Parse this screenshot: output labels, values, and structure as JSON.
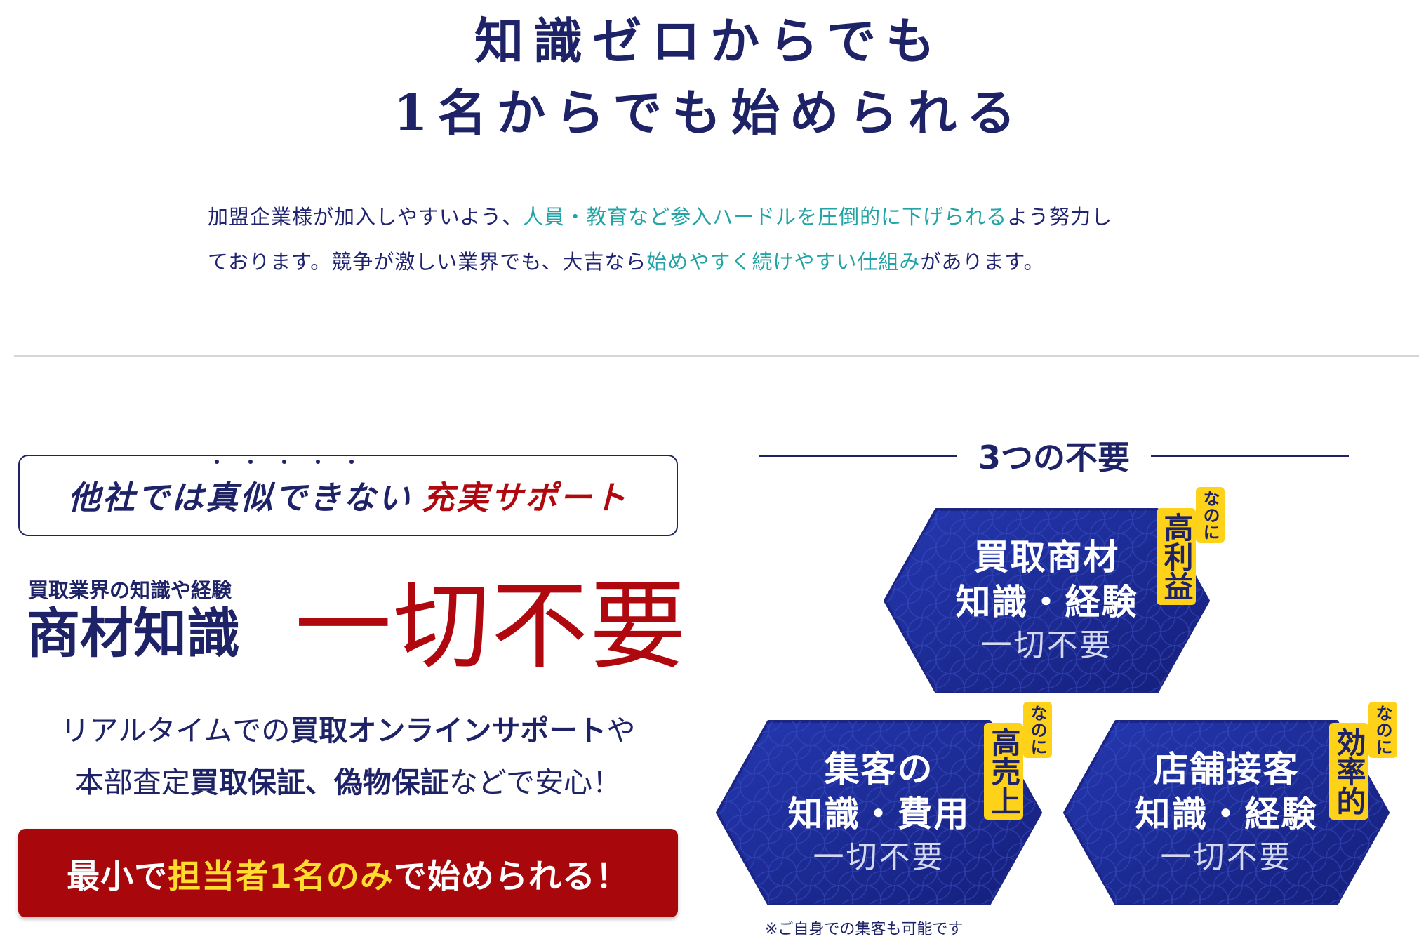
{
  "hero": {
    "title_line1": "知識ゼロからでも",
    "title_line2": "1名からでも始められる"
  },
  "intro": {
    "l1_a": "加盟企業様が加入しやすいよう、",
    "l1_b": "人員・教育など参入ハードルを圧倒的に下げられる",
    "l1_c": "よう努力し",
    "l2_a": "ております。競争が激しい業界でも、大吉なら",
    "l2_b": "始めやすく続けやすい仕組み",
    "l2_c": "があります。"
  },
  "left": {
    "support_a": "他社では",
    "support_dots": "真似できない",
    "support_red": "充実サポート",
    "knowledge_sub": "買取業界の知識や経験",
    "knowledge_main": "商材知識",
    "knowledge_big": "一切不要",
    "text_1a": "リアルタイムでの",
    "text_1b": "買取オンラインサポート",
    "text_1c": "や",
    "text_2a": "本部査定",
    "text_2b": "買取保証",
    "text_2c": "、",
    "text_2d": "偽物保証",
    "text_2e": "などで安心！",
    "cta_a": "最小で",
    "cta_yellow": "担当者1名のみ",
    "cta_b": "で始められる！"
  },
  "right": {
    "heading": "3つの不要",
    "hex_top": {
      "line1": "買取商材",
      "line2": "知識・経験",
      "line3": "一切不要",
      "badge_small": "なのに",
      "badge_big": "高利益"
    },
    "hex_left": {
      "line1": "集客の",
      "line2": "知識・費用",
      "line3": "一切不要",
      "badge_small": "なのに",
      "badge_big": "高売上"
    },
    "hex_right": {
      "line1": "店舗接客",
      "line2": "知識・経験",
      "line3": "一切不要",
      "badge_small": "なのに",
      "badge_big": "効率的"
    },
    "footnote": "※ご自身での集客も可能です"
  },
  "colors": {
    "navy": "#1e2266",
    "red": "#b0080f",
    "teal": "#22a3a5",
    "yellow": "#ffd21a",
    "hex_blue": "#1b2a9a"
  }
}
